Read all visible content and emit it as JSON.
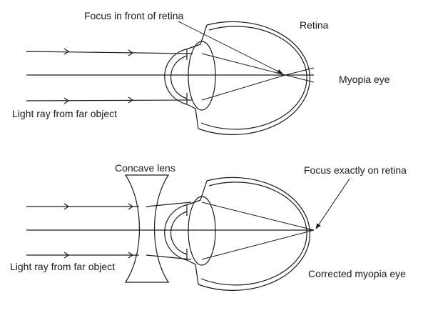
{
  "top": {
    "focus_label": "Focus in front of retina",
    "retina_label": "Retina",
    "eye_label": "Myopia eye",
    "ray_label": "Light ray from far object"
  },
  "bottom": {
    "lens_label": "Concave lens",
    "focus_label": "Focus exactly on retina",
    "eye_label": "Corrected myopia eye",
    "ray_label": "Light ray from far object"
  },
  "colors": {
    "line": "#1a1a1a",
    "background": "#ffffff"
  }
}
